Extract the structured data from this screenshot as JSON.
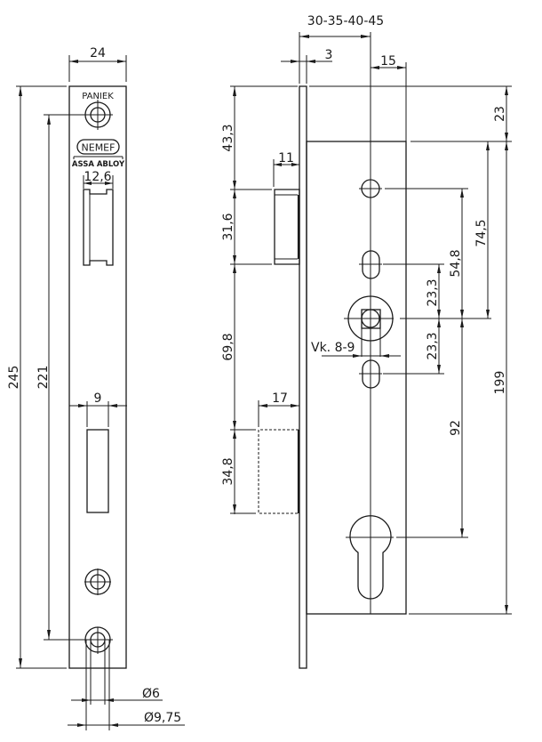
{
  "title": "Lock faceplate technical drawing",
  "front_view": {
    "brand_top": "PANIEK",
    "brand_logo": "NEMEF",
    "brand_sub": "ASSA ABLOY",
    "dims": {
      "width": "24",
      "total_height": "245",
      "screw_spacing": "221",
      "latch_width": "12,6",
      "bolt_width": "9",
      "hole_inner": "Ø6",
      "hole_outer": "Ø9,75"
    }
  },
  "side_view": {
    "dims": {
      "backset": "30-35-40-45",
      "plate_thickness": "3",
      "case_offset": "15",
      "top_to_latch": "43,3",
      "latch_projection": "11",
      "latch_height": "31,6",
      "latch_to_bolt": "69,8",
      "bolt_projection": "17",
      "bolt_height": "34,8",
      "case_top": "23",
      "follower_to_top": "74,5",
      "follower_to_hole": "54,8",
      "follower_to_slot_up": "23,3",
      "follower_to_slot_down": "23,3",
      "spindle": "Vk. 8-9",
      "follower_to_cylinder": "92",
      "case_height": "199"
    }
  }
}
